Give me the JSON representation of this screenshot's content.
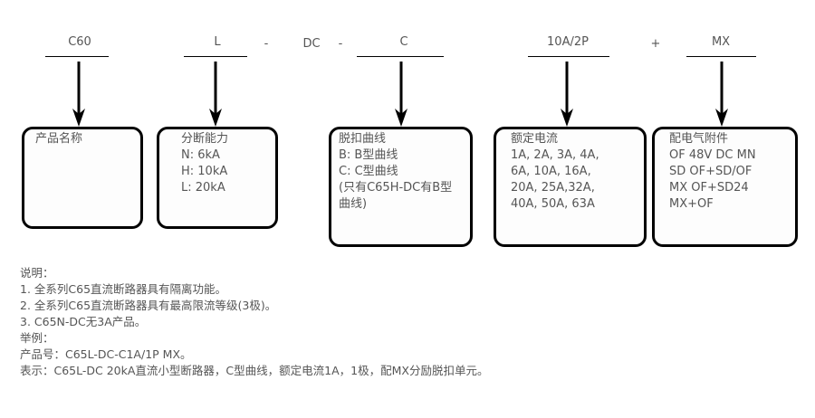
{
  "code_segments": [
    {
      "id": "series",
      "label": "C60"
    },
    {
      "id": "breaking",
      "label": "L"
    },
    {
      "id": "curve",
      "label": "C"
    },
    {
      "id": "current",
      "label": "10A/2P"
    },
    {
      "id": "accessory",
      "label": "MX"
    }
  ],
  "separators": {
    "dash1": "-",
    "dc": "DC",
    "dash2": "-",
    "plus": "+"
  },
  "boxes": [
    {
      "title": "产品名称",
      "lines": []
    },
    {
      "title": "分断能力",
      "lines": [
        "N: 6kA",
        "H: 10kA",
        "L: 20kA"
      ]
    },
    {
      "title": "脱扣曲线",
      "lines": [
        "B: B型曲线",
        "C: C型曲线",
        "(只有C65H-DC有B型",
        "曲线)"
      ]
    },
    {
      "title": "额定电流",
      "lines": [
        "1A, 2A, 3A, 4A,",
        "6A, 10A, 16A,",
        "20A, 25A,32A,",
        "40A, 50A, 63A"
      ]
    },
    {
      "title": "配电气附件",
      "lines": [
        "OF  48V DC MN",
        "SD  OF+SD/OF",
        "MX  OF+SD24",
        "MX+OF"
      ]
    }
  ],
  "notes": {
    "heading": "说明：",
    "items": [
      "1. 全系列C65直流断路器具有隔离功能。",
      "2. 全系列C65直流断路器具有最高限流等级(3极)。",
      "3. C65N-DC无3A产品。"
    ],
    "example_heading": "举例：",
    "product_no": "产品号：C65L-DC-C1A/1P MX。",
    "meaning": "表示：C65L-DC 20kA直流小型断路器，C型曲线，额定电流1A，1极，配MX分励脱扣单元。"
  }
}
